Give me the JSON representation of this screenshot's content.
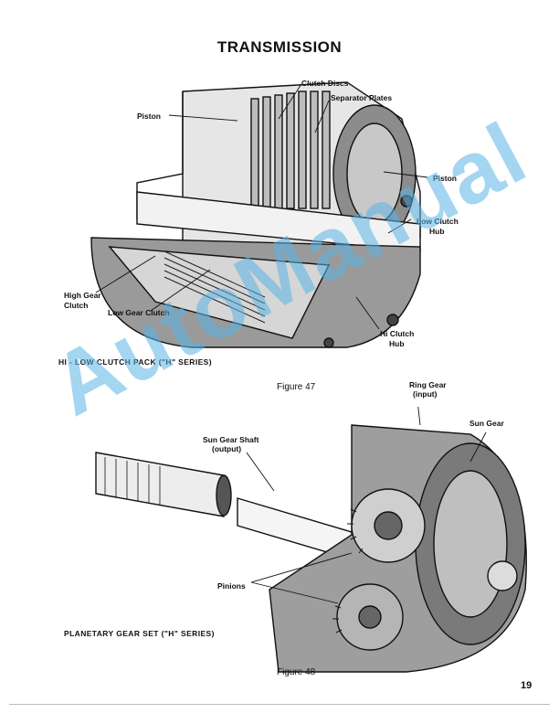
{
  "page": {
    "title": "TRANSMISSION",
    "page_number": "19",
    "watermark": "AutoManual"
  },
  "figure47": {
    "section_title": "HI - LOW CLUTCH PACK (\"H\" SERIES)",
    "caption": "Figure 47",
    "labels": {
      "clutch_discs": "Clutch Discs",
      "separator_plates": "Separator Plates",
      "piston_left": "Piston",
      "piston_right": "Piston",
      "low_clutch_hub_1": "Low Clutch",
      "low_clutch_hub_2": "Hub",
      "high_gear_clutch_1": "High Gear",
      "high_gear_clutch_2": "Clutch",
      "low_gear_clutch": "Low Gear Clutch",
      "hi_clutch_hub_1": "Hi Clutch",
      "hi_clutch_hub_2": "Hub"
    }
  },
  "figure48": {
    "section_title": "PLANETARY GEAR SET (\"H\" SERIES)",
    "caption": "Figure 48",
    "labels": {
      "ring_gear_1": "Ring Gear",
      "ring_gear_2": "(input)",
      "sun_gear": "Sun Gear",
      "sun_gear_shaft_1": "Sun Gear Shaft",
      "sun_gear_shaft_2": "(output)",
      "pinions": "Pinions"
    }
  }
}
